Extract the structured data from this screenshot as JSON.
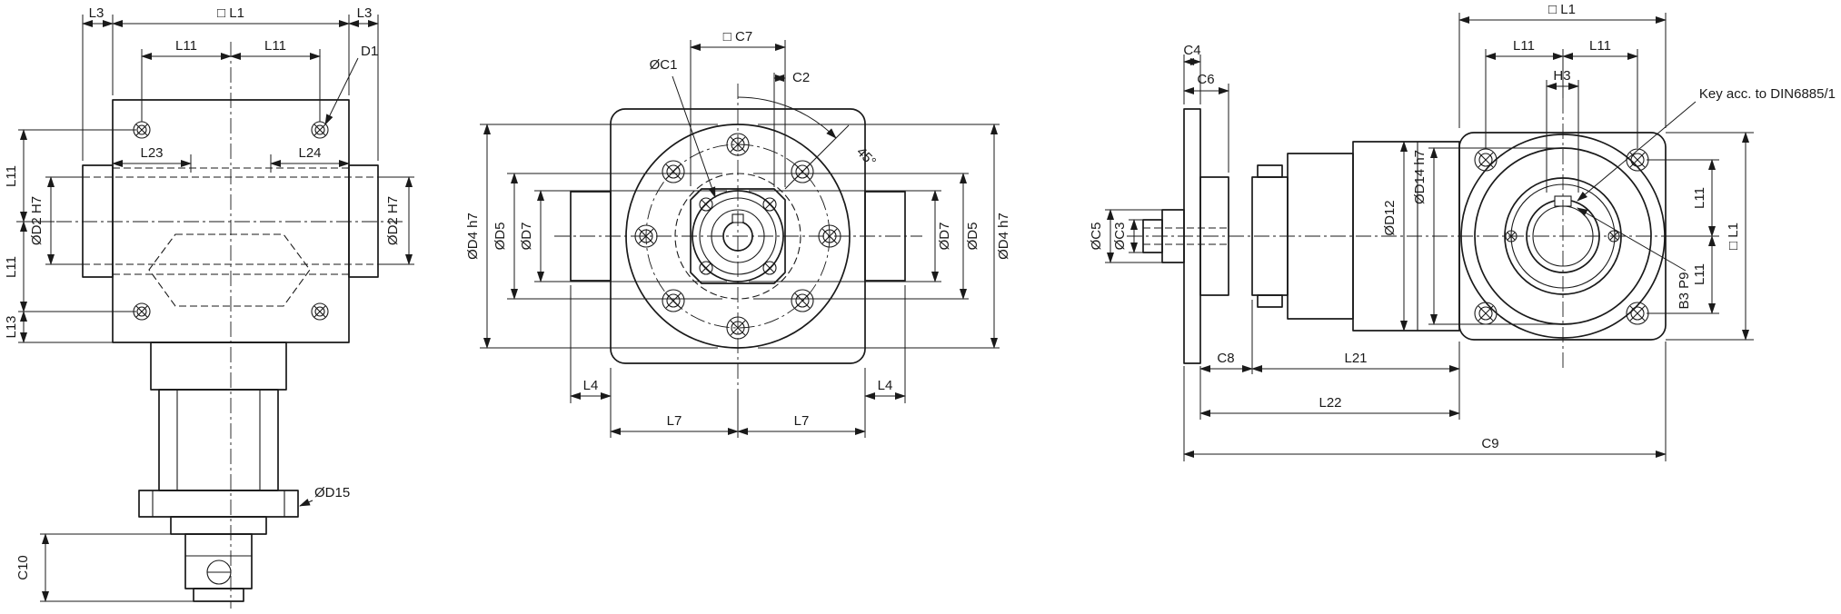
{
  "colors": {
    "ink": "#1a1a1a",
    "background": "#ffffff"
  },
  "views": {
    "top": {
      "labels": {
        "l1": "□ L1",
        "l3": "L3",
        "l11": "L11",
        "d1": "D1",
        "l23": "L23",
        "l24": "L24",
        "d2": "ØD2 H7",
        "l13": "L13",
        "d15": "ØD15",
        "c10": "C10"
      }
    },
    "front": {
      "labels": {
        "c7": "□ C7",
        "c1": "ØC1",
        "c2": "C2",
        "angle": "45°",
        "d4": "ØD4 h7",
        "d5": "ØD5",
        "d7": "ØD7",
        "l4": "L4",
        "l7": "L7"
      }
    },
    "side": {
      "labels": {
        "c4": "C4",
        "c6": "C6",
        "l1": "□ L1",
        "l11": "L11",
        "h3": "H3",
        "key": "Key acc. to DIN6885/1",
        "d14": "ØD14 h7",
        "d12": "ØD12",
        "c5": "ØC5",
        "c3": "ØC3",
        "b3": "B3 P9",
        "c8": "C8",
        "l21": "L21",
        "l22": "L22",
        "c9": "C9"
      }
    }
  }
}
